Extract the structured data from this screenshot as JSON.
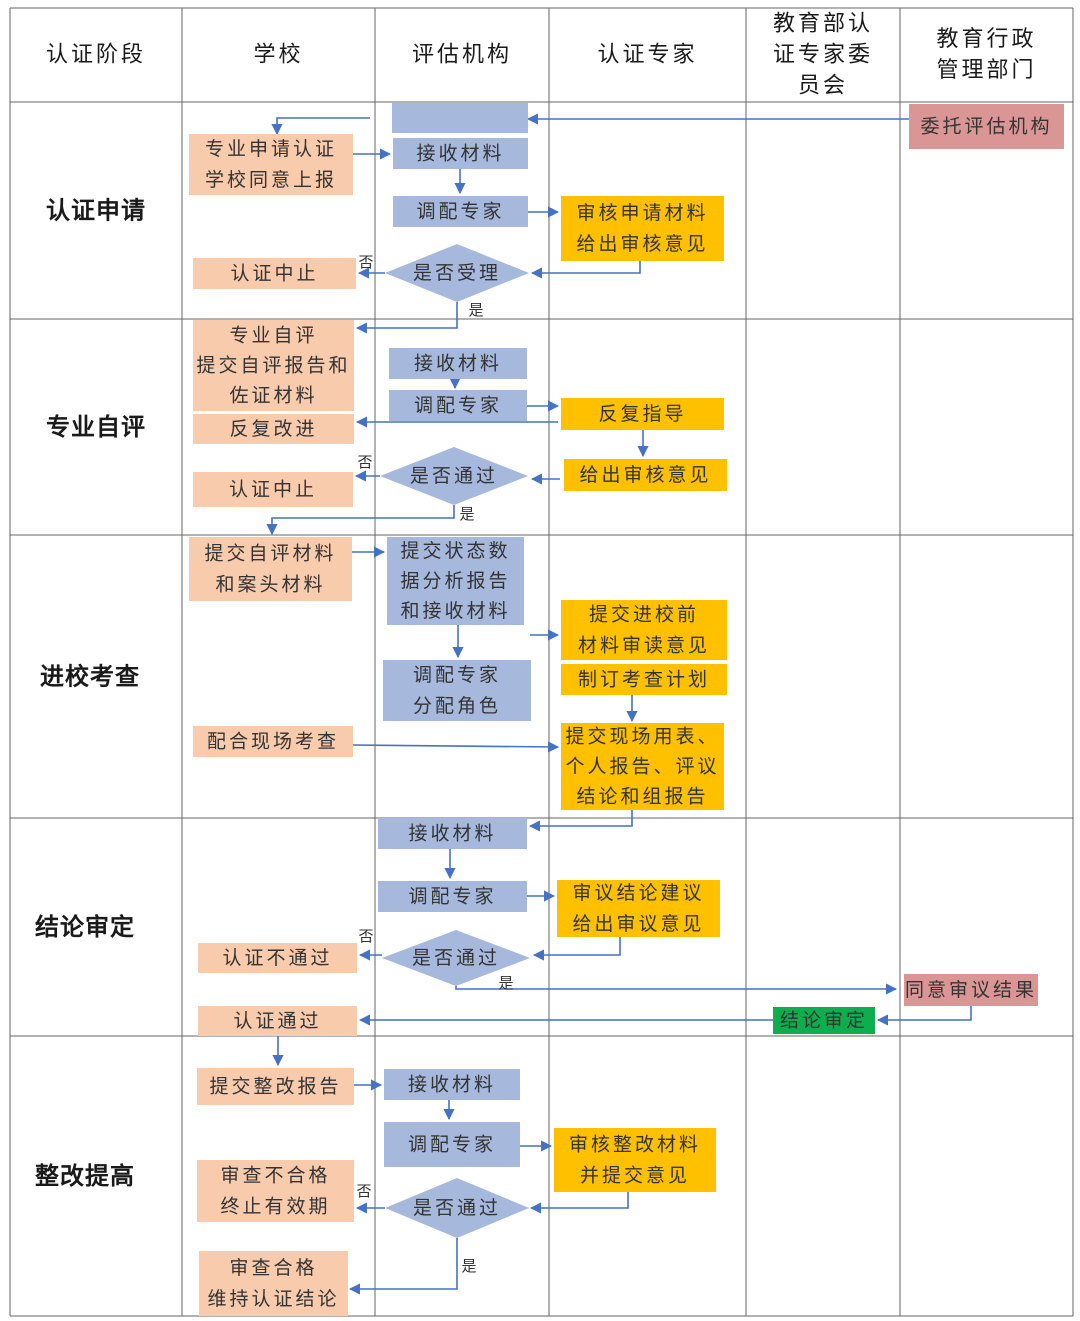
{
  "headers": [
    "认证阶段",
    "学校",
    "评估机构",
    "认证专家",
    [
      "教育部认",
      "证专家委",
      "员会"
    ],
    [
      "教育行政",
      "管理部门"
    ]
  ],
  "stages": [
    "认证申请",
    "专业自评",
    "进校考查",
    "结论审定",
    "整改提高"
  ],
  "boxes": {
    "entrust": [
      "委托评估机构"
    ],
    "s1_apply": [
      "专业申请认证",
      "学校同意上报"
    ],
    "s1_receive": [
      "接收材料"
    ],
    "s1_assign": [
      "调配专家"
    ],
    "s1_review": [
      "审核申请材料",
      "给出审核意见"
    ],
    "s1_stop": [
      "认证中止"
    ],
    "s1_decision": [
      "是否受理"
    ],
    "s2_self": [
      "专业自评",
      "提交自评报告和",
      "佐证材料"
    ],
    "s2_improve": [
      "反复改进"
    ],
    "s2_receive": [
      "接收材料"
    ],
    "s2_assign": [
      "调配专家"
    ],
    "s2_guide": [
      "反复指导"
    ],
    "s2_opinion": [
      "给出审核意见"
    ],
    "s2_stop": [
      "认证中止"
    ],
    "s2_decision": [
      "是否通过"
    ],
    "s3_submit": [
      "提交自评材料",
      "和案头材料"
    ],
    "s3_status": [
      "提交状态数",
      "据分析报告",
      "和接收材料"
    ],
    "s3_preread": [
      "提交进校前",
      "材料审读意见"
    ],
    "s3_plan": [
      "制订考查计划"
    ],
    "s3_assign": [
      "调配专家",
      "分配角色"
    ],
    "s3_cooperate": [
      "配合现场考查"
    ],
    "s3_report": [
      "提交现场用表、",
      "个人报告、评议",
      "结论和组报告"
    ],
    "s4_receive": [
      "接收材料"
    ],
    "s4_assign": [
      "调配专家"
    ],
    "s4_deliberate": [
      "审议结论建议",
      "给出审议意见"
    ],
    "s4_fail": [
      "认证不通过"
    ],
    "s4_decision": [
      "是否通过"
    ],
    "s4_agree": [
      "同意审议结果"
    ],
    "s4_pass": [
      "认证通过"
    ],
    "s4_final": [
      "结论审定"
    ],
    "s5_report": [
      "提交整改报告"
    ],
    "s5_receive": [
      "接收材料"
    ],
    "s5_assign": [
      "调配专家"
    ],
    "s5_review": [
      "审核整改材料",
      "并提交意见"
    ],
    "s5_fail": [
      "审查不合格",
      "终止有效期"
    ],
    "s5_decision": [
      "是否通过"
    ],
    "s5_pass": [
      "审查合格",
      "维持认证结论"
    ]
  },
  "labels": {
    "yes": "是",
    "no": "否"
  },
  "colors": {
    "school": "#F8CBAD",
    "agency": "#A6B9DD",
    "expert": "#FFC000",
    "ministry": "#D99694",
    "committee": "#0DAE4E",
    "line": "#4472C4",
    "grid": "#666666"
  }
}
